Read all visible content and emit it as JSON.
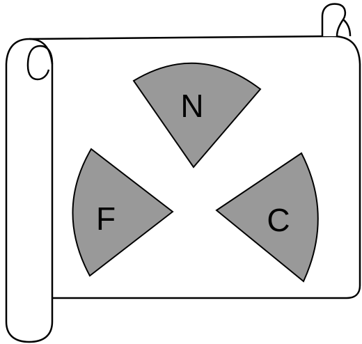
{
  "diagram": {
    "sectors": [
      {
        "id": "north",
        "label": "N"
      },
      {
        "id": "west",
        "label": "F"
      },
      {
        "id": "east",
        "label": "C"
      }
    ]
  },
  "colors": {
    "sector_fill": "#999999",
    "outline": "#000000",
    "paper": "#ffffff"
  }
}
